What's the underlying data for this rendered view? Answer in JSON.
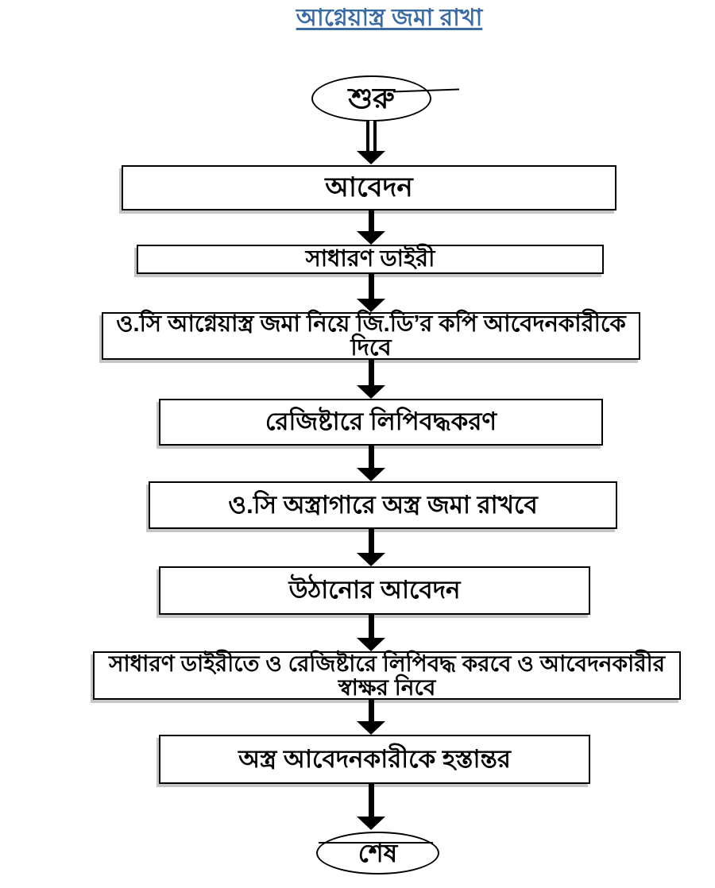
{
  "title": "আগ্নেয়াস্ত্র জমা রাখা",
  "flowchart": {
    "start_label": "শুরু",
    "steps": [
      "আবেদন",
      "সাধারণ ডাইরী",
      "ও.সি আগ্নেয়াস্ত্র জমা নিয়ে জি.ডি’র কপি আবেদনকারীকে দিবে",
      "রেজিষ্টারে লিপিবদ্ধকরণ",
      "ও.সি অস্ত্রাগারে অস্ত্র জমা রাখবে",
      "উঠানোর আবেদন",
      "সাধারণ ডাইরীতে ও রেজিষ্টারে লিপিবদ্ধ করবে ও আবেদনকারীর স্বাক্ষর নিবে",
      "অস্ত্র আবেদনকারীকে হস্তান্তর"
    ],
    "end_label": "শেষ"
  },
  "colors": {
    "title_blue": "#3a6ba5",
    "shape_border": "#000000",
    "arrow_black": "#000000",
    "page_background": "#ffffff"
  }
}
